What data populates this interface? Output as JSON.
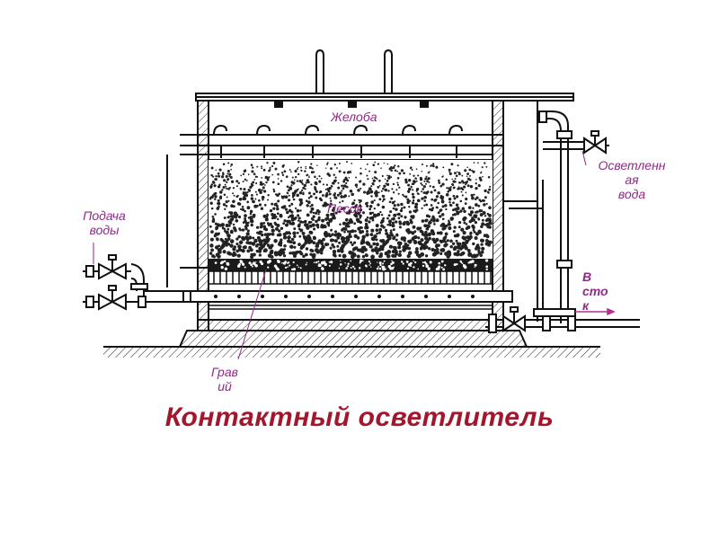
{
  "labels": {
    "zheloba": "Желоба",
    "pesok": "Песок",
    "podacha_line1": "Подача",
    "podacha_line2": "воды",
    "osvetl_line1": "Осветленн",
    "osvetl_line2": "ая",
    "osvetl_line3": "вода",
    "vstok_line1": "В",
    "vstok_line2": "сто",
    "vstok_line3": "к",
    "graviy_line1": "Грав",
    "graviy_line2": "ий"
  },
  "title": "Контактный осветлитель",
  "colors": {
    "label": "#8e2a86",
    "title": "#a3162b",
    "line": "#111111"
  }
}
